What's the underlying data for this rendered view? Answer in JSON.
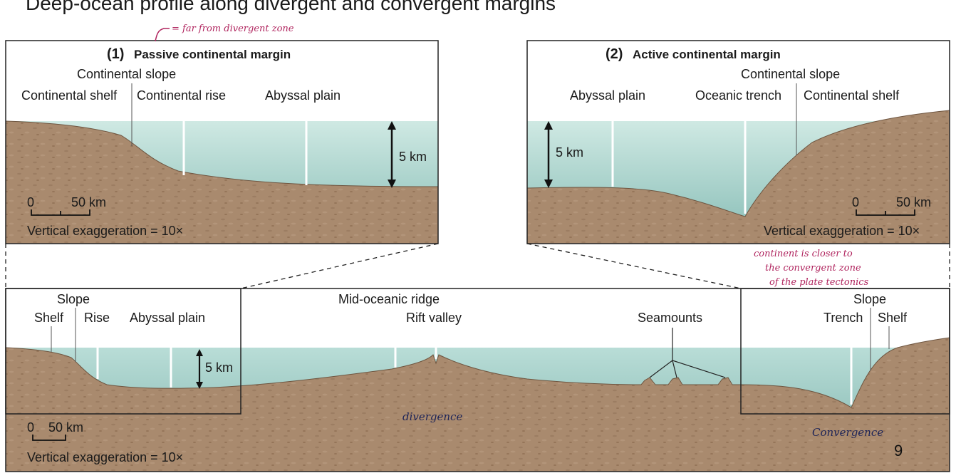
{
  "header_partial": "Deep-ocean profile along divergent and convergent margins",
  "panel1": {
    "number": "(1)",
    "title": "Passive continental margin",
    "labels": {
      "slope": "Continental slope",
      "shelf": "Continental shelf",
      "rise": "Continental rise",
      "abyssal": "Abyssal plain",
      "depth": "5 km",
      "scale_zero": "0",
      "scale_val": "50 km",
      "exaggeration": "Vertical exaggeration = 10×"
    },
    "annotation": "= far from divergent zone"
  },
  "panel2": {
    "number": "(2)",
    "title": "Active continental margin",
    "labels": {
      "slope": "Continental slope",
      "abyssal": "Abyssal plain",
      "trench": "Oceanic trench",
      "shelf": "Continental shelf",
      "depth": "5 km",
      "scale_zero": "0",
      "scale_val": "50 km",
      "exaggeration": "Vertical exaggeration = 10×"
    },
    "annotation": [
      "continent is closer to",
      "the convergent zone",
      "of the plate tectonics"
    ]
  },
  "bottom": {
    "slope": "Slope",
    "shelf": "Shelf",
    "rise": "Rise",
    "abyssal": "Abyssal plain",
    "ridge": "Mid-oceanic ridge",
    "rift": "Rift valley",
    "seamounts": "Seamounts",
    "slope_right": "Slope",
    "trench": "Trench",
    "shelf_right": "Shelf",
    "depth": "5 km",
    "scale_zero": "0",
    "scale_val": "50 km",
    "exaggeration": "Vertical exaggeration = 10×",
    "divergence": "divergence",
    "convergence": "Convergence",
    "page_number": "9"
  },
  "colors": {
    "water_top": "#c9e6e0",
    "water_bottom": "#7fb8b2",
    "sediment": "#a8876b",
    "sediment_dark": "#8c6a4f",
    "annotation_pink": "#b0245e",
    "annotation_navy": "#1c2357"
  }
}
